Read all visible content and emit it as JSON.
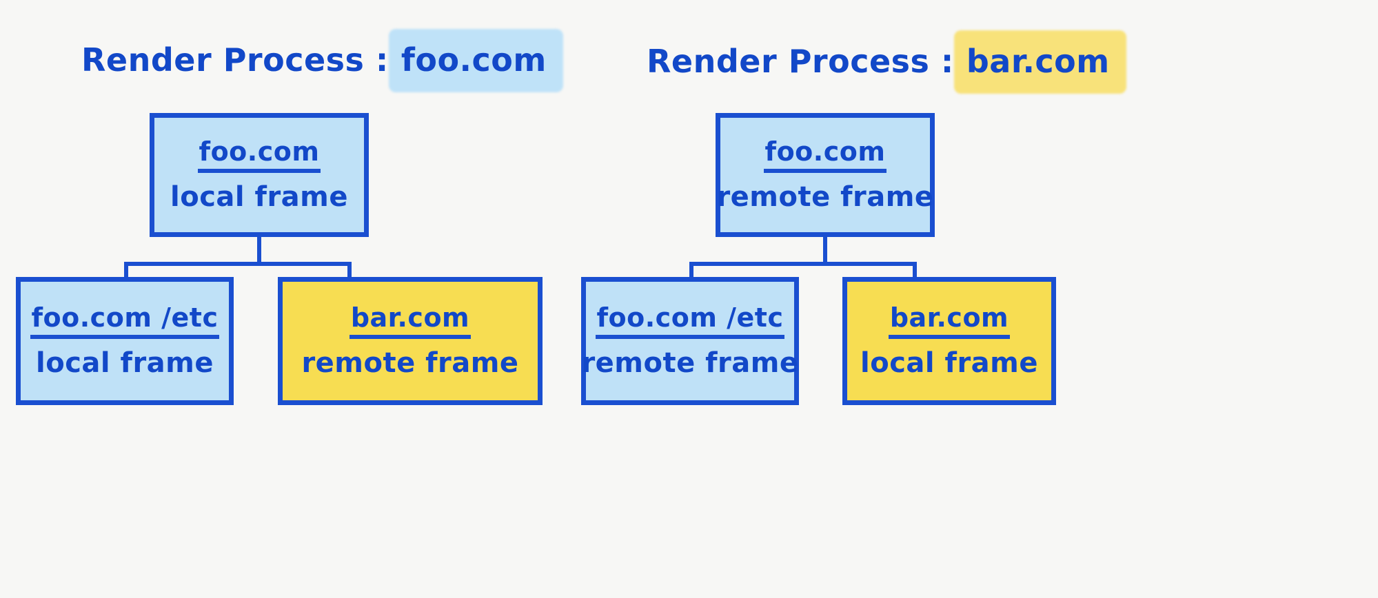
{
  "background_color": "#f7f7f5",
  "palette": {
    "stroke_blue": "#1a4fd0",
    "text_blue": "#1248c8",
    "fill_light_blue": "#bfe1f7",
    "fill_yellow": "#f7dd52",
    "highlight_blue": "#bfe2f8",
    "highlight_yellow": "#f8e27a"
  },
  "processes": [
    {
      "title_prefix": "Render Process :",
      "title_domain": "foo.com",
      "highlight": "blue",
      "root": {
        "url": "foo.com",
        "kind": "local frame",
        "fill": "blue"
      },
      "children": [
        {
          "url": "foo.com /etc",
          "kind": "local frame",
          "fill": "blue"
        },
        {
          "url": "bar.com",
          "kind": "remote frame",
          "fill": "yellow"
        }
      ]
    },
    {
      "title_prefix": "Render Process :",
      "title_domain": "bar.com",
      "highlight": "yellow",
      "root": {
        "url": "foo.com",
        "kind": "remote frame",
        "fill": "blue"
      },
      "children": [
        {
          "url": "foo.com /etc",
          "kind": "remote frame",
          "fill": "blue"
        },
        {
          "url": "bar.com",
          "kind": "local frame",
          "fill": "yellow"
        }
      ]
    }
  ]
}
